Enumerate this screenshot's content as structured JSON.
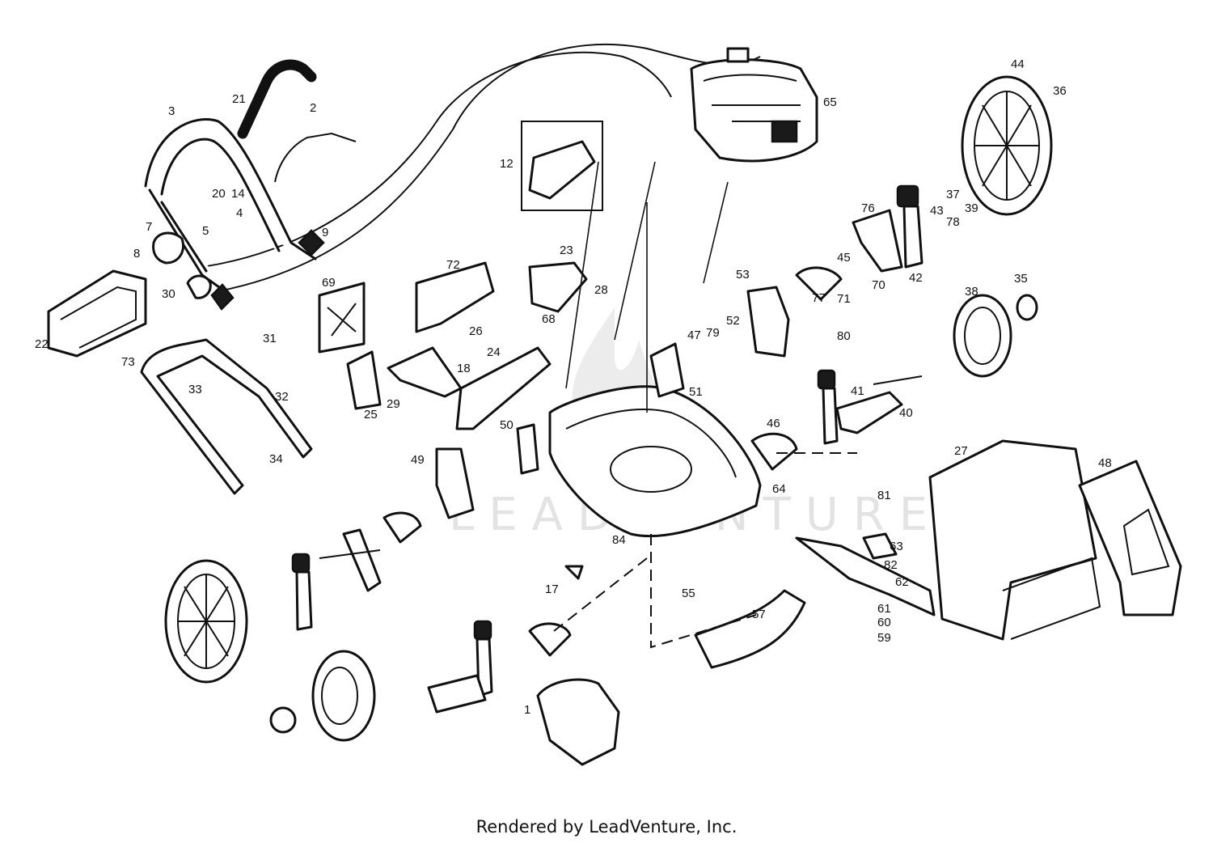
{
  "watermark": "LEADVENTURE",
  "footer": "Rendered by LeadVenture, Inc.",
  "callouts": [
    "1",
    "2",
    "3",
    "4",
    "5",
    "7",
    "8",
    "9",
    "12",
    "14",
    "17",
    "18",
    "20",
    "21",
    "22",
    "23",
    "24",
    "25",
    "26",
    "27",
    "28",
    "29",
    "30",
    "31",
    "32",
    "33",
    "34",
    "35",
    "36",
    "37",
    "38",
    "39",
    "40",
    "41",
    "42",
    "43",
    "44",
    "45",
    "46",
    "47",
    "48",
    "49",
    "50",
    "51",
    "52",
    "53",
    "55",
    "57",
    "59",
    "60",
    "61",
    "62",
    "63",
    "64",
    "65",
    "68",
    "69",
    "70",
    "71",
    "72",
    "73",
    "76",
    "77",
    "78",
    "79",
    "80",
    "81",
    "82",
    "84"
  ]
}
